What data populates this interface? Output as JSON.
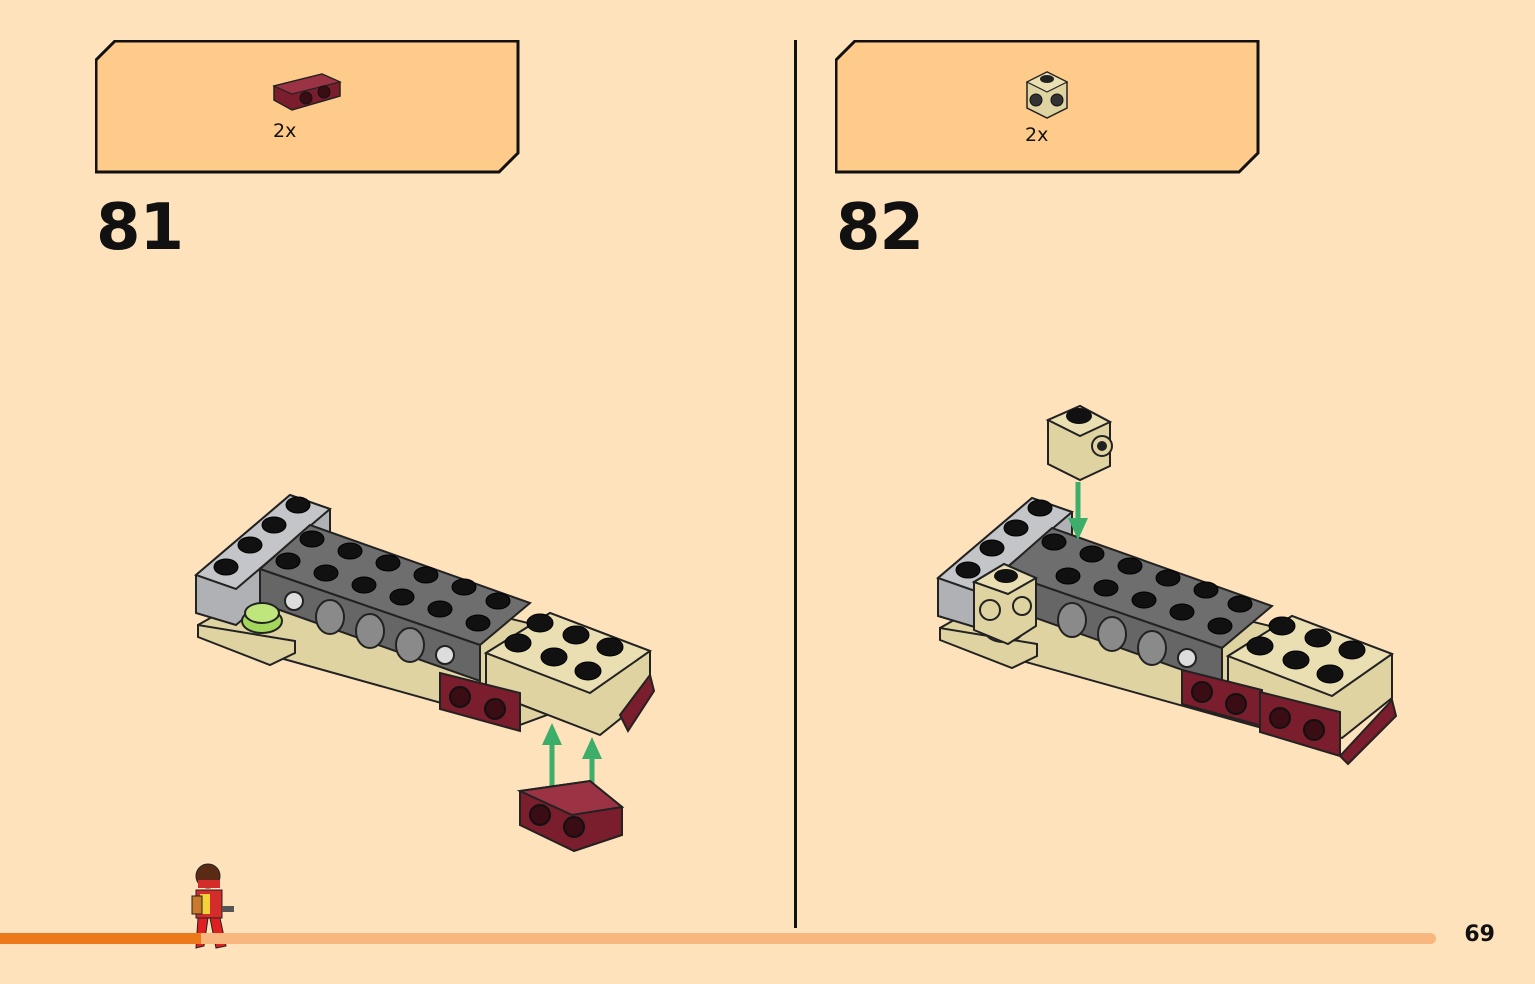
{
  "steps": [
    {
      "number": "81",
      "parts": [
        {
          "quantity": "2x",
          "part": "dark-red-bracket-icon"
        }
      ]
    },
    {
      "number": "82",
      "parts": [
        {
          "quantity": "2x",
          "part": "tan-brick-with-studs-icon"
        }
      ]
    }
  ],
  "page": {
    "number": "69"
  },
  "progress": {
    "fraction": 0.14
  },
  "colors": {
    "background": "#FEE2BC",
    "callout": "#FECB8A",
    "dark_red": "#7A1E2E",
    "tan": "#E0D3A2",
    "dark_gray": "#6E6E6E",
    "light_gray": "#B0B1B4",
    "lime": "#A4D65E",
    "arrow_green": "#3DAE6A",
    "progress_fill": "#EC7A1A",
    "progress_track": "#F8B77F"
  }
}
